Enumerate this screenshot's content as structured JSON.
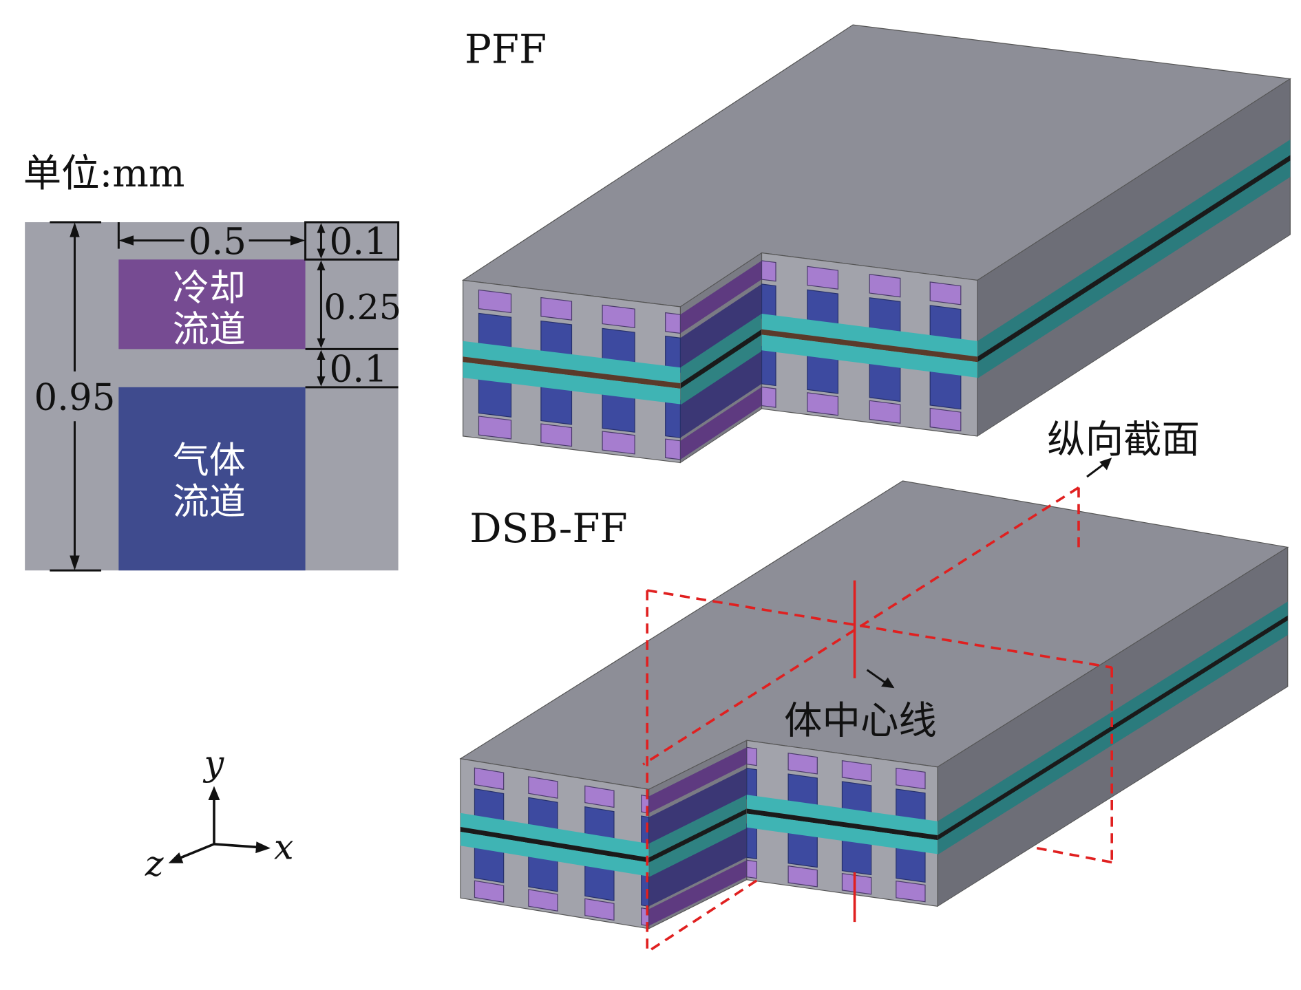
{
  "cross_section": {
    "unit_label": "单位:mm",
    "cooling_channel_label_line1": "冷却",
    "cooling_channel_label_line2": "流道",
    "gas_channel_label_line1": "气体",
    "gas_channel_label_line2": "流道",
    "dim_width": "0.5",
    "dim_top_rib": "0.1",
    "dim_cooling_height": "0.25",
    "dim_mid_rib": "0.1",
    "dim_total_height": "0.95"
  },
  "axes": {
    "y": "y",
    "x": "x",
    "z": "z"
  },
  "models": {
    "pff_title": "PFF",
    "dsb_title": "DSB-FF",
    "longitudinal_section_label": "纵向截面",
    "body_centerline_label": "体中心线"
  },
  "colors": {
    "rib_gray": "#a2a3ab",
    "top_gray": "#8d8e97",
    "side_gray": "#6d6e77",
    "cooling_purple": "#a67dcf",
    "gas_blue": "#3d4aa0",
    "membrane_teal": "#3fb4b4",
    "section_red": "#e02020"
  }
}
